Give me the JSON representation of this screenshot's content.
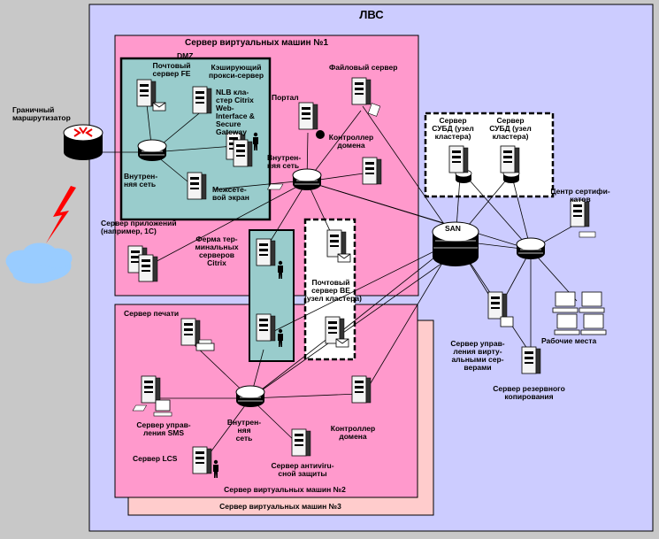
{
  "diagram": {
    "lan_title": "ЛВС",
    "border_router": "Граничный\nмаршрутизатор",
    "vm_server_1": "Сервер виртуальных машин №1",
    "dmz": "DMZ",
    "mail_server_fe": "Почтовый\nсервер FE",
    "caching_proxy": "Кэширующий\nпрокси-сервер",
    "nlb_citrix": "NLB кла-\nстер Citrix\nWeb-\nInterface &\nSecure\nGateway",
    "internal_net_dmz": "Внутрен-\nняя сеть",
    "firewall": "Межсете-\nвой экран",
    "portal": "Портал",
    "file_server": "Файловый сервер",
    "domain_controller_1": "Контроллер\nдомена",
    "internal_net_1": "Внутрен-\nняя сеть",
    "app_server": "Сервер приложений\n(например, 1С)",
    "citrix_farm": "Ферма тер-\nминальных\nсерверов\nCitrix",
    "mail_server_be": "Почтовый\nсервер BE\n(узел кластера)",
    "db_node_1": "Сервер\nСУБД (узел\nкластера)",
    "db_node_2": "Сервер\nСУБД (узел\nкластера)",
    "san": "SAN",
    "cert_center": "Центр сертифи-\nкатов",
    "print_server": "Сервер печати",
    "sms_server": "Сервер управ-\nления SMS",
    "lcs_server": "Сервер LCS",
    "internal_net_2": "Внутрен-\nняя\nсеть",
    "domain_controller_2": "Контроллер\nдомена",
    "antivirus": "Сервер антиviru-",
    "antivirus_full": "Сервер антиviru-\nсной защиты",
    "vm_server_2": "Сервер виртуальных машин №2",
    "vm_server_3": "Сервер виртуальных машин №3",
    "vm_mgmt": "Сервер управ-\nления вирту-\nальными сер-\nверами",
    "workstations": "Рабочие места",
    "backup_server": "Сервер резервного\nкопирования"
  },
  "colors": {
    "lan_bg": "#ccccff",
    "vm_pink": "#ff99cc",
    "vm3_bg": "#ffcccc",
    "dmz_teal": "#99cccc",
    "outer_gray": "#c8c8c8"
  }
}
